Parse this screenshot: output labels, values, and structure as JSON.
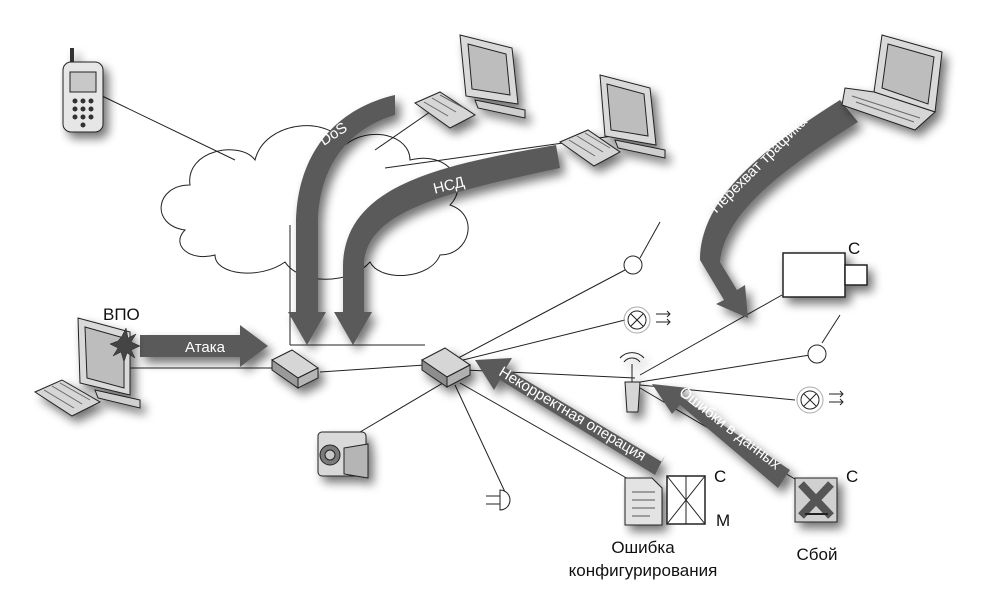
{
  "threats": {
    "dos": "DoS",
    "nsd": "НСД",
    "intercept": "Перехват трафика",
    "attack": "Атака",
    "wrong_op": "Некорректная операция",
    "data_errors": "Ошибки в данных"
  },
  "labels": {
    "vpo": "ВПО",
    "config_error_line1": "Ошибка",
    "config_error_line2": "конфигурирования",
    "failure": "Сбой",
    "c_config": "С",
    "m_config": "М",
    "c_failure": "С",
    "c_camera": "С"
  },
  "colors": {
    "threat_arrow": "#5a5a5a",
    "device_shade": "#cfcfcf",
    "line": "#222222"
  }
}
